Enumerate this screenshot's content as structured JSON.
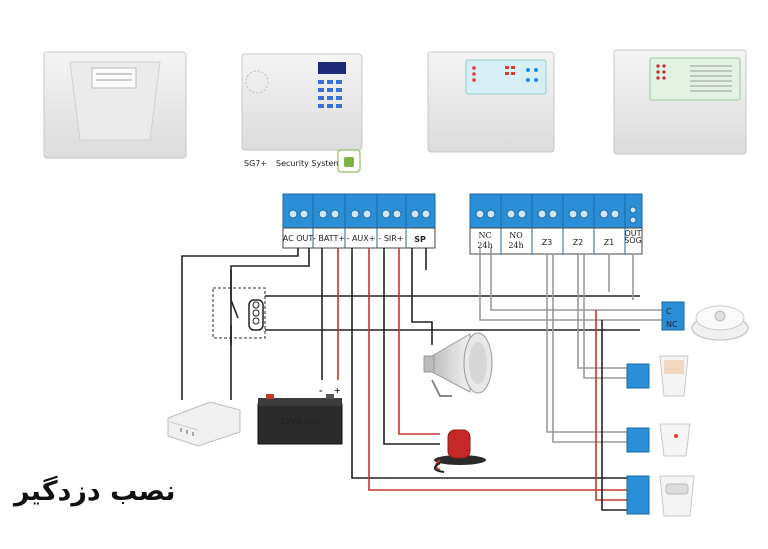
{
  "panels": {
    "panel2_brand": "SG7+",
    "panel2_subtitle": "Security System"
  },
  "terminals_left": [
    "AC OUT",
    "- BATT+",
    "- AUX+",
    "- SIR+",
    "SP"
  ],
  "terminals_right": [
    {
      "l1": "NC",
      "l2": "24h"
    },
    {
      "l1": "NO",
      "l2": "24h"
    },
    {
      "l1": "Z3",
      "l2": ""
    },
    {
      "l1": "Z2",
      "l2": ""
    },
    {
      "l1": "Z1",
      "l2": ""
    },
    {
      "l1": "OUT",
      "l2": "SOG"
    }
  ],
  "battery_polarity": {
    "neg": "-",
    "pos": "+"
  },
  "battery_label": "12V4.5Ah",
  "smoke_contact_labels": [
    "C",
    "NC"
  ],
  "caption": "نصب دزدگیر",
  "colors": {
    "terminal_blue": "#2a8fd6",
    "wire_red": "#c0392b",
    "wire_black": "#222222",
    "wire_gray": "#9a9a9a"
  }
}
